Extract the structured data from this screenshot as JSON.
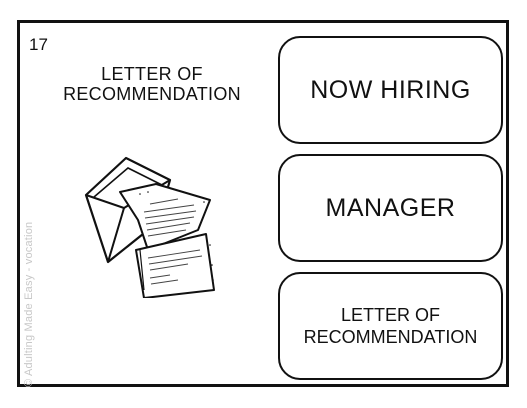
{
  "card": {
    "number": "17",
    "title": "LETTER OF\nRECOMMENDATION",
    "watermark": "© Adulting Made Easy - vocation",
    "illustration_icon": "envelope-letter-icon"
  },
  "options": [
    {
      "label": "NOW HIRING"
    },
    {
      "label": "MANAGER"
    },
    {
      "label": "LETTER OF\nRECOMMENDATION"
    }
  ]
}
